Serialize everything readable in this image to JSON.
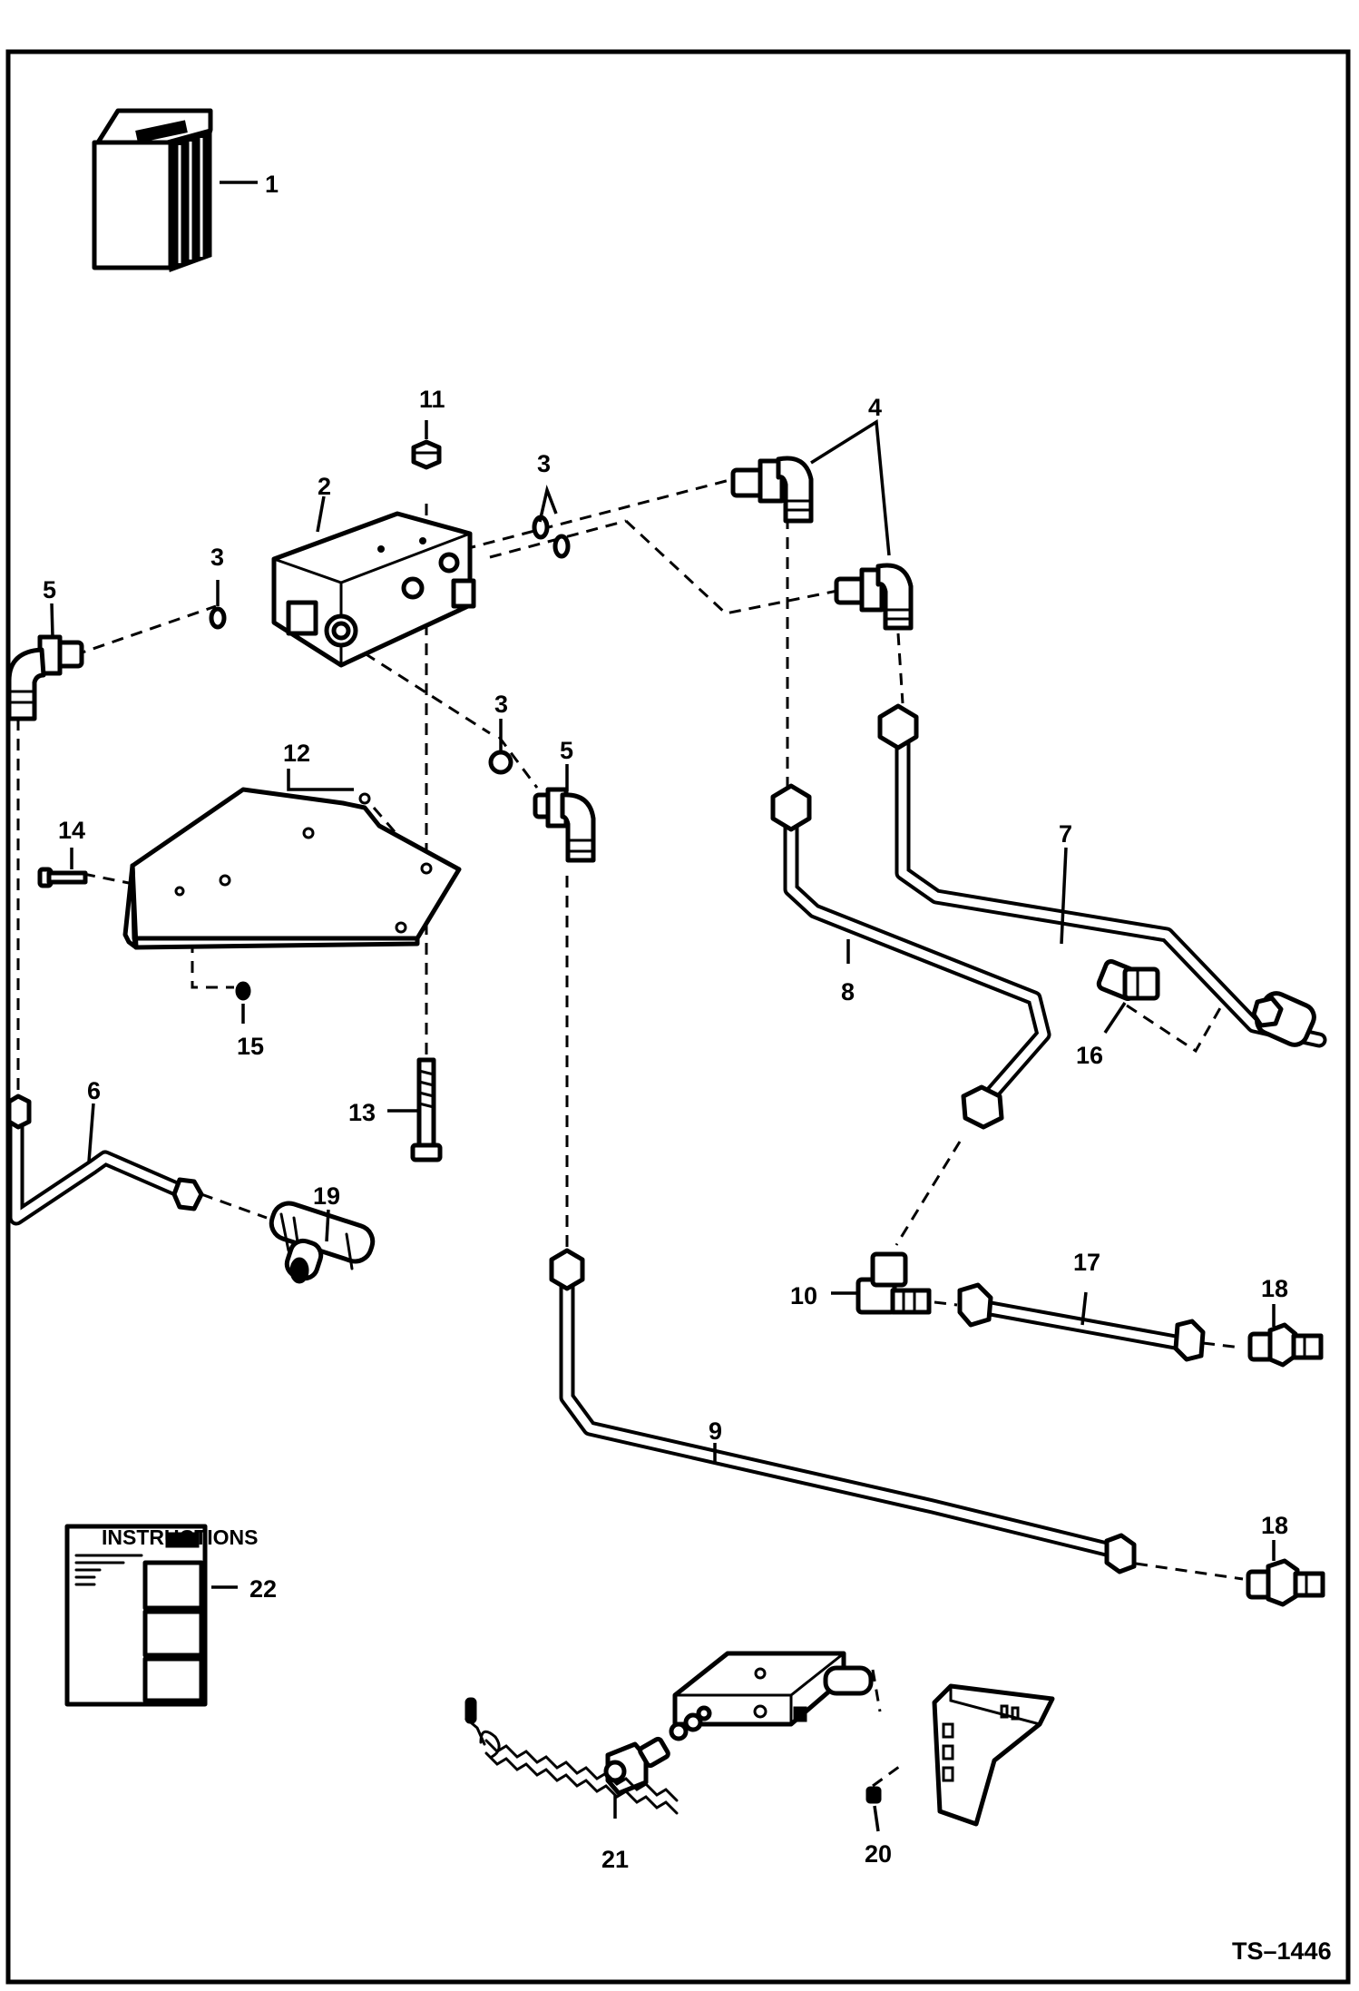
{
  "drawing_id": "TS–1446",
  "callouts": {
    "c1": "1",
    "c2": "2",
    "c3a": "3",
    "c3b": "3",
    "c3c": "3",
    "c4": "4",
    "c5a": "5",
    "c5b": "5",
    "c6": "6",
    "c7": "7",
    "c8": "8",
    "c9": "9",
    "c10": "10",
    "c11": "11",
    "c12": "12",
    "c13": "13",
    "c14": "14",
    "c15": "15",
    "c16": "16",
    "c17": "17",
    "c18a": "18",
    "c18b": "18",
    "c19": "19",
    "c20": "20",
    "c21": "21",
    "c22": "22"
  },
  "decal": {
    "heading": "INSTRUCTIONS"
  }
}
